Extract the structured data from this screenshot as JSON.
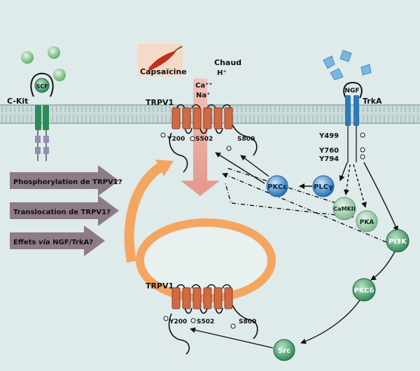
{
  "labels": {
    "ckit": "C-Kit",
    "scf": "SCF",
    "capsaicine": "Capsaïcine",
    "chaud": "Chaud",
    "h": "H⁺",
    "ca": "Ca⁺⁺",
    "na": "Na⁺",
    "trpv1_top": "TRPV1",
    "y200_top": "Y200",
    "s502_top": "S502",
    "s800_top": "S800",
    "ngf": "NGF",
    "trka": "TrkA",
    "y499": "Y499",
    "y760": "Y760",
    "y794": "Y794",
    "pkce": "PKCε",
    "plcg": "PLCγ",
    "camkii": "CaMKII",
    "pka": "PKA",
    "pi3k": "PI3K",
    "pkcd": "PKCδ",
    "src": "Src",
    "trpv1_bottom": "TRPV1",
    "y200_bottom": "Y200",
    "s502_bottom": "S502",
    "s800_bottom": "S800"
  },
  "arrows": {
    "phospho": "Phosphorylation de TRPV1?",
    "transloc": "Translocation de TRPV1?",
    "effets_prefix": "Effets ",
    "effets_via": "via",
    "effets_suffix": " NGF/TrkA?"
  },
  "colors": {
    "background": "#dfeaea",
    "membrane": "#b6cccc",
    "channel": "#cf6a45",
    "channel_dark": "#8e3a22",
    "ckit": "#2e8b57",
    "trka": "#2f79b8",
    "pkc_blue": "#2a7fc4",
    "kinase_green": "#3f9a6c",
    "kinase_light": "#8fc49f",
    "vesicle": "#f4a661",
    "arrow_grey": "#8d7b88",
    "pink_arrow": "#eab1a7"
  }
}
